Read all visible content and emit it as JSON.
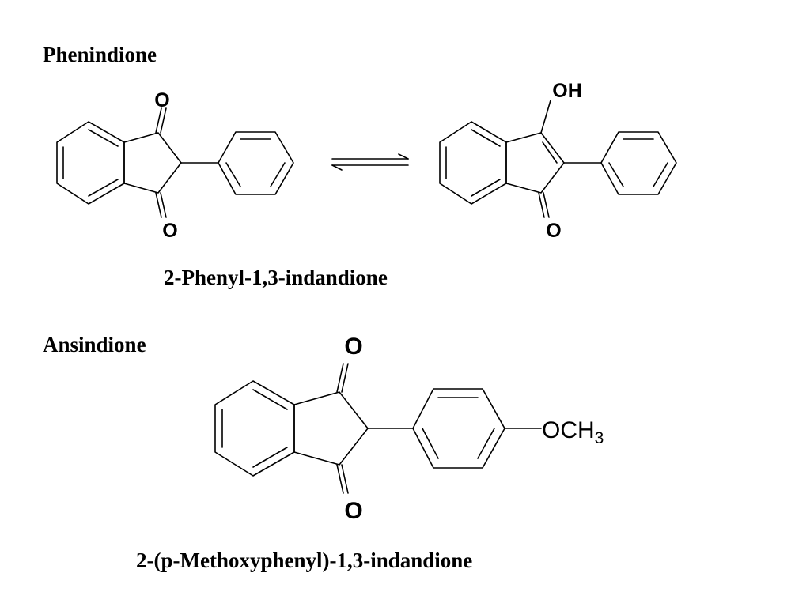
{
  "sections": {
    "phenindione": {
      "title": "Phenindione",
      "caption": "2-Phenyl-1,3-indandione",
      "keto_labels": {
        "o_top": "O",
        "o_bottom": "O"
      },
      "enol_labels": {
        "oh": "OH",
        "o_bottom": "O"
      }
    },
    "ansindione": {
      "title": "Ansindione",
      "caption": "2-(p-Methoxyphenyl)-1,3-indandione",
      "labels": {
        "o_top": "O",
        "o_bottom": "O",
        "substituent_main": "OCH",
        "substituent_sub": "3"
      }
    }
  }
}
